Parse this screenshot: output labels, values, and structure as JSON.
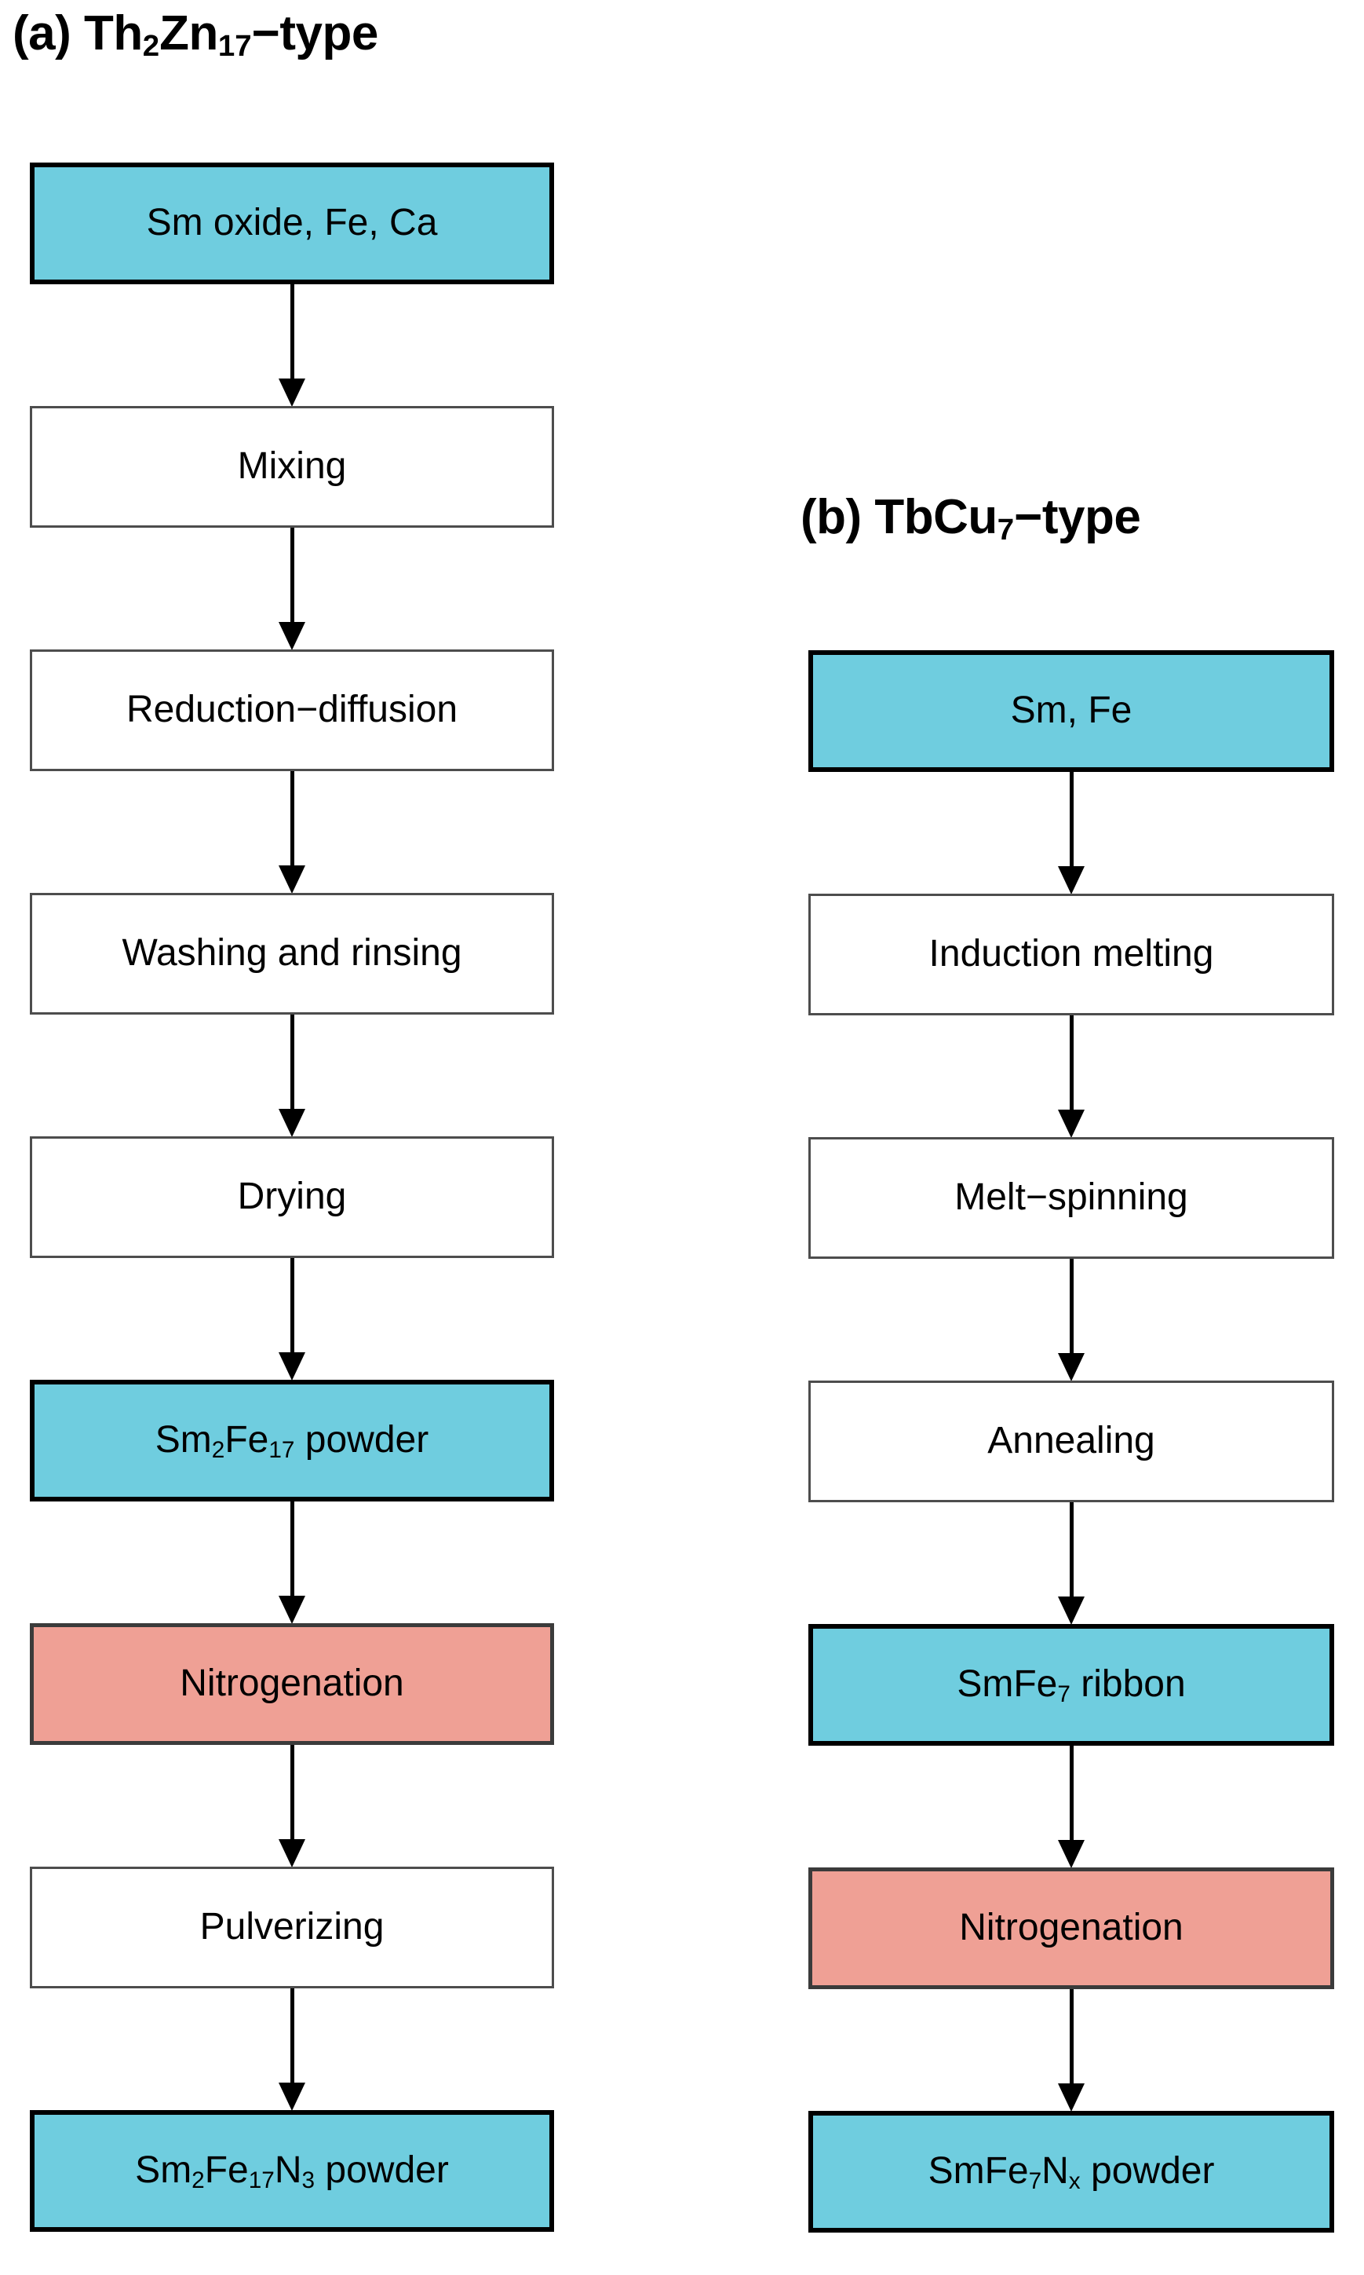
{
  "figure": {
    "type": "process-flowchart",
    "panels": [
      {
        "id": "a",
        "label": "(a)",
        "title_main": "Th",
        "title_parts": [
          {
            "text": "Th",
            "sub": "2"
          },
          {
            "text": "Zn",
            "sub": "17"
          },
          {
            "text": "−type",
            "sub": ""
          }
        ],
        "title_plain": "(a) Th2Zn17−type",
        "nodes": [
          {
            "parts": [
              {
                "text": "Sm oxide, Fe, Ca",
                "sub": ""
              }
            ],
            "plain": "Sm oxide, Fe, Ca",
            "style": "fill-cyan",
            "role": "material"
          },
          {
            "parts": [
              {
                "text": "Mixing",
                "sub": ""
              }
            ],
            "plain": "Mixing",
            "style": "plain",
            "role": "process"
          },
          {
            "parts": [
              {
                "text": "Reduction−diffusion",
                "sub": ""
              }
            ],
            "plain": "Reduction−diffusion",
            "style": "plain",
            "role": "process"
          },
          {
            "parts": [
              {
                "text": "Washing and rinsing",
                "sub": ""
              }
            ],
            "plain": "Washing and rinsing",
            "style": "plain",
            "role": "process"
          },
          {
            "parts": [
              {
                "text": "Drying",
                "sub": ""
              }
            ],
            "plain": "Drying",
            "style": "plain",
            "role": "process"
          },
          {
            "parts": [
              {
                "text": "Sm",
                "sub": "2"
              },
              {
                "text": "Fe",
                "sub": "17"
              },
              {
                "text": " powder",
                "sub": ""
              }
            ],
            "plain": "Sm2Fe17 powder",
            "style": "fill-cyan",
            "role": "material"
          },
          {
            "parts": [
              {
                "text": "Nitrogenation",
                "sub": ""
              }
            ],
            "plain": "Nitrogenation",
            "style": "fill-pink",
            "role": "key-process"
          },
          {
            "parts": [
              {
                "text": "Pulverizing",
                "sub": ""
              }
            ],
            "plain": "Pulverizing",
            "style": "plain",
            "role": "process"
          },
          {
            "parts": [
              {
                "text": "Sm",
                "sub": "2"
              },
              {
                "text": "Fe",
                "sub": "17"
              },
              {
                "text": "N",
                "sub": "3"
              },
              {
                "text": " powder",
                "sub": ""
              }
            ],
            "plain": "Sm2Fe17N3 powder",
            "style": "fill-cyan",
            "role": "material"
          }
        ]
      },
      {
        "id": "b",
        "label": "(b)",
        "title_parts": [
          {
            "text": "TbCu",
            "sub": "7"
          },
          {
            "text": "−type",
            "sub": ""
          }
        ],
        "title_plain": "(b) TbCu7−type",
        "nodes": [
          {
            "parts": [
              {
                "text": "Sm, Fe",
                "sub": ""
              }
            ],
            "plain": "Sm, Fe",
            "style": "fill-cyan",
            "role": "material"
          },
          {
            "parts": [
              {
                "text": "Induction melting",
                "sub": ""
              }
            ],
            "plain": "Induction melting",
            "style": "plain",
            "role": "process"
          },
          {
            "parts": [
              {
                "text": "Melt−spinning",
                "sub": ""
              }
            ],
            "plain": "Melt−spinning",
            "style": "plain",
            "role": "process"
          },
          {
            "parts": [
              {
                "text": "Annealing",
                "sub": ""
              }
            ],
            "plain": "Annealing",
            "style": "plain",
            "role": "process"
          },
          {
            "parts": [
              {
                "text": "SmFe",
                "sub": "7"
              },
              {
                "text": " ribbon",
                "sub": ""
              }
            ],
            "plain": "SmFe7 ribbon",
            "style": "fill-cyan",
            "role": "material"
          },
          {
            "parts": [
              {
                "text": "Nitrogenation",
                "sub": ""
              }
            ],
            "plain": "Nitrogenation",
            "style": "fill-pink",
            "role": "key-process"
          },
          {
            "parts": [
              {
                "text": "SmFe",
                "sub": "7"
              },
              {
                "text": "N",
                "sub": "x"
              },
              {
                "text": " powder",
                "sub": ""
              }
            ],
            "plain": "SmFe7Nx powder",
            "style": "fill-cyan",
            "role": "material"
          }
        ]
      }
    ],
    "colors": {
      "material_fill": "#6fcddf",
      "key_process_fill": "#efa095",
      "process_fill": "#ffffff",
      "border_plain": "#4d4d4d",
      "border_highlight": "#000000",
      "text": "#000000",
      "background": "#ffffff"
    },
    "arrow_glyph": "down-arrow"
  }
}
